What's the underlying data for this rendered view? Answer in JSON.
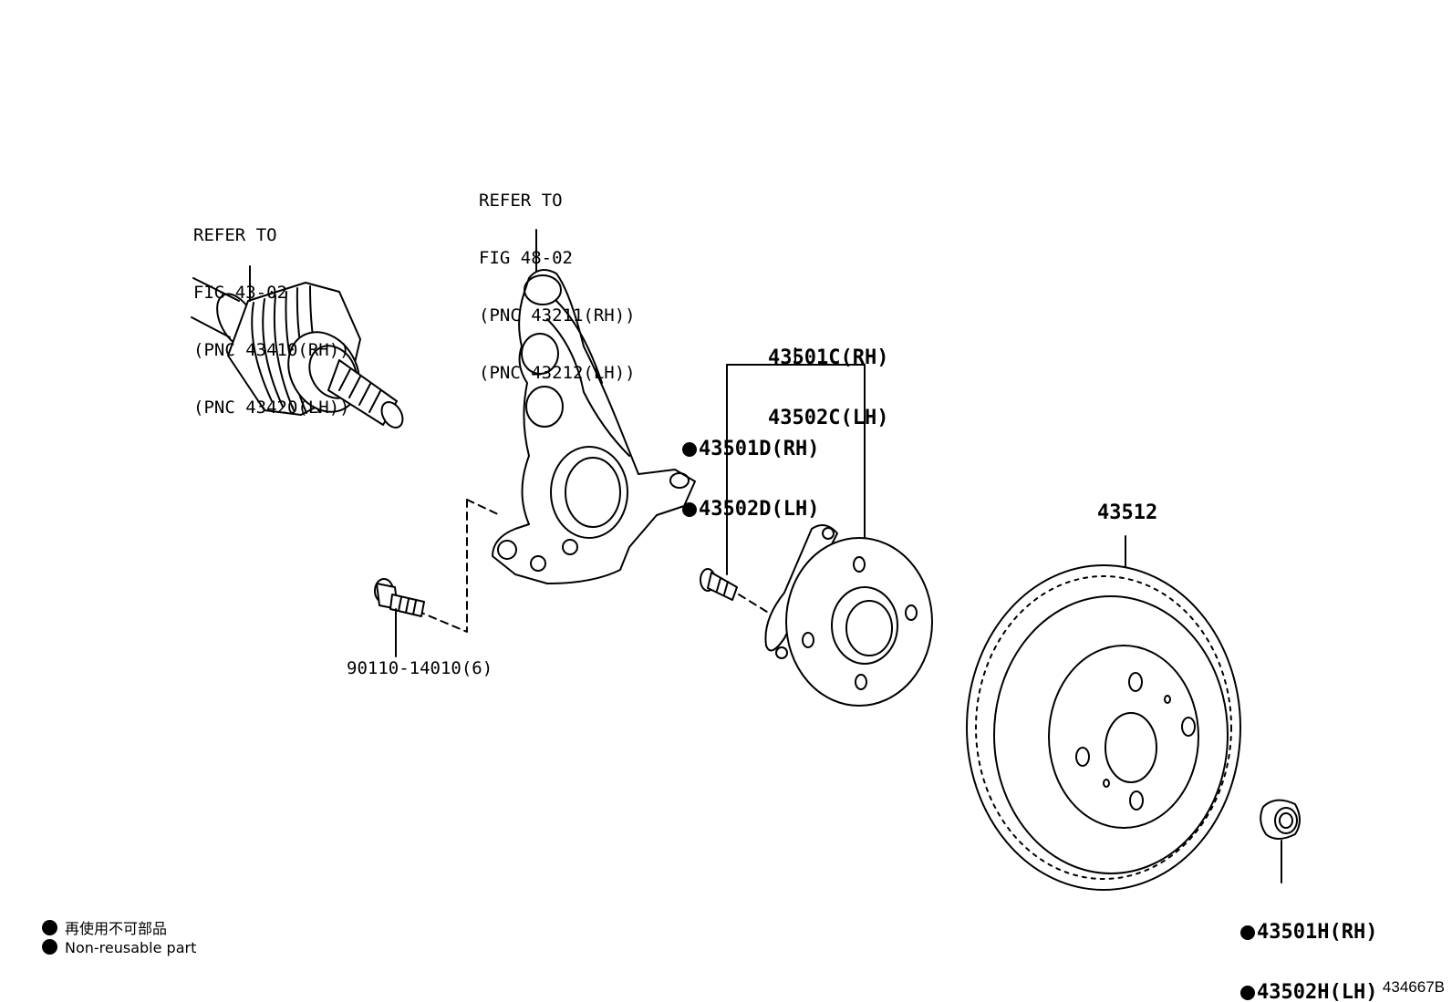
{
  "callouts": {
    "driveshaft_ref": [
      "REFER TO",
      "FIG 43-02",
      "(PNC 43410(RH))",
      "(PNC 43420(LH))"
    ],
    "knuckle_ref": [
      "REFER TO",
      "FIG 48-02",
      "(PNC 43211(RH))",
      "(PNC 43212(LH))"
    ],
    "hub_bearing": [
      "43501C(RH)",
      "43502C(LH)"
    ],
    "hub_bolt": [
      "43501D(RH)",
      "43502D(LH)"
    ],
    "bolt": "90110-14010(6)",
    "disc": "43512",
    "nut": [
      "43501H(RH)",
      "43502H(LH)"
    ]
  },
  "legend": {
    "jp": "再使用不可部品",
    "en": "Non-reusable part"
  },
  "figure_id": "434667B"
}
